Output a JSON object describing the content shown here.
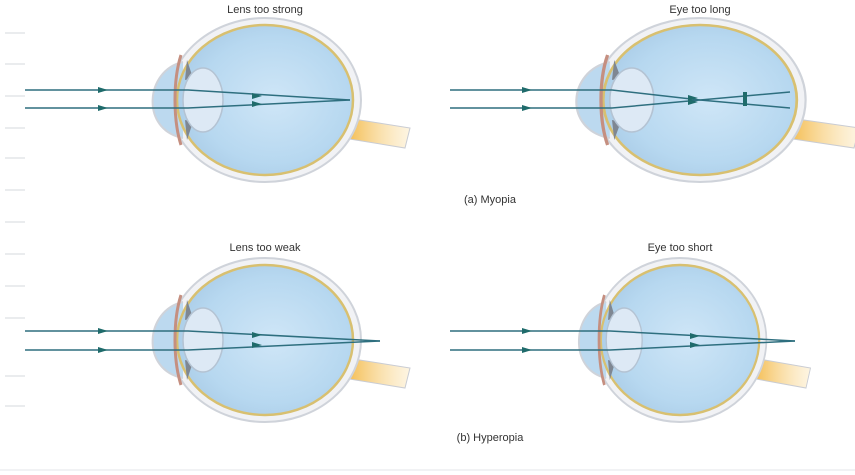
{
  "panels": {
    "myopia": {
      "caption": "(a) Myopia",
      "left_title": "Lens too strong",
      "right_title": "Eye too long"
    },
    "hyperopia": {
      "caption": "(b) Hyperopia",
      "left_title": "Lens too weak",
      "right_title": "Eye too short"
    }
  },
  "colors": {
    "ray": "#2e6f7f",
    "eye_fill": "#bcdcf2",
    "retina": "#d8c070",
    "nerve": "#f5c35a"
  }
}
